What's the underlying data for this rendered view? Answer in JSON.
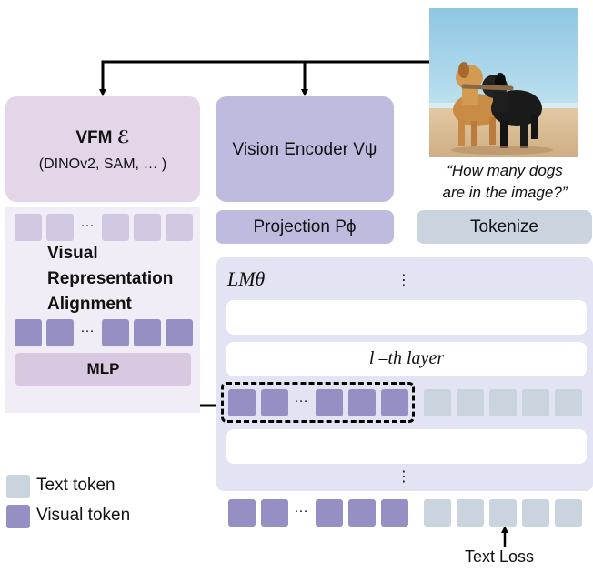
{
  "vfm": {
    "title": "VFM ℰ",
    "subtitle": "(DINOv2, SAM, … )"
  },
  "vision_encoder": {
    "label": "Vision Encoder Vψ"
  },
  "projection": {
    "label": "Projection Pϕ"
  },
  "tokenize": {
    "label": "Tokenize"
  },
  "question": {
    "line1": "“How many dogs",
    "line2": "are in the image?”"
  },
  "alignment": {
    "line1": "Visual",
    "line2": "Representation",
    "line3": "Alignment"
  },
  "mlp": {
    "label": "MLP"
  },
  "lm": {
    "label": "LMθ",
    "layer_label": "l –th layer"
  },
  "ellipsis": "…",
  "vdots": "⋮",
  "legend": {
    "text_token": "Text token",
    "visual_token": "Visual token"
  },
  "text_loss": "Text Loss",
  "colors": {
    "visual_token": "#958fc4",
    "text_token": "#c9d4de",
    "vfm_box": "#e3d6e9",
    "encoder_box": "#bebbdf",
    "lm_panel": "#e2e3f3"
  }
}
